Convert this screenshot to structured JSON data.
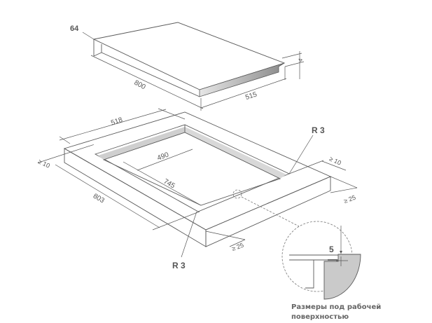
{
  "hob": {
    "depth_label": "64",
    "length_label": "800",
    "width_label": "515",
    "glass_label": "4"
  },
  "countertop": {
    "cutout_width_label": "518",
    "left_margin_label": "≥ 10",
    "cutout_length_label": "803",
    "inner_width_label": "490",
    "inner_length_label": "745",
    "radius_right_label": "R 3",
    "radius_bottom_label": "R 3",
    "right_margin_label": "≥ 10",
    "right_edge_label": "≥ 25",
    "front_edge_label": "≥ 25"
  },
  "detail": {
    "depth_label": "5",
    "caption_line1": "Размеры под рабочей",
    "caption_line2": "поверхностью"
  },
  "colors": {
    "line": "#5a5a5a",
    "fill": "#d4d4d4"
  }
}
